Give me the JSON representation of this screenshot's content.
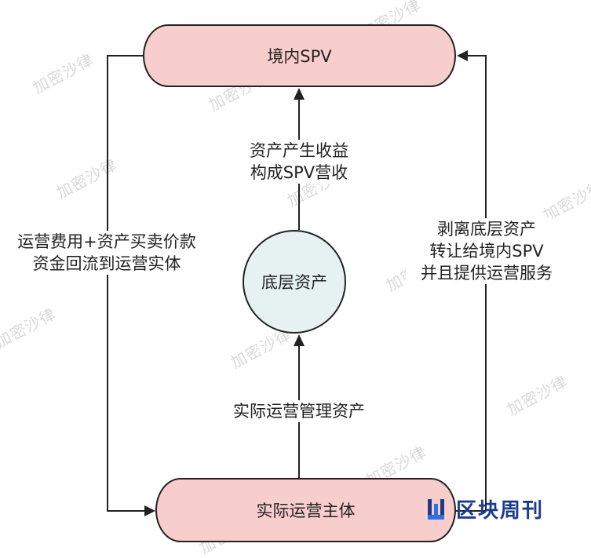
{
  "diagram": {
    "nodes": {
      "top": "境内SPV",
      "center": "底层资产",
      "bottom": "实际运营主体"
    },
    "edges": {
      "center_to_top": [
        "资产产生收益",
        "构成SPV营收"
      ],
      "bottom_to_center": "实际运营管理资产",
      "left_flow": [
        "运营费用+资产买卖价款",
        "资金回流到运营实体"
      ],
      "right_flow": [
        "剥离底层资产",
        "转让给境内SPV",
        "并且提供运营服务"
      ]
    }
  },
  "watermark": "加密沙律",
  "brand": {
    "text": "区块周刊"
  },
  "colors": {
    "spv_fill": "#f8cecc",
    "asset_fill": "#e6f2f1",
    "line": "#222222",
    "brand": "#1c3b8c",
    "watermark": "#d9d9d9"
  }
}
